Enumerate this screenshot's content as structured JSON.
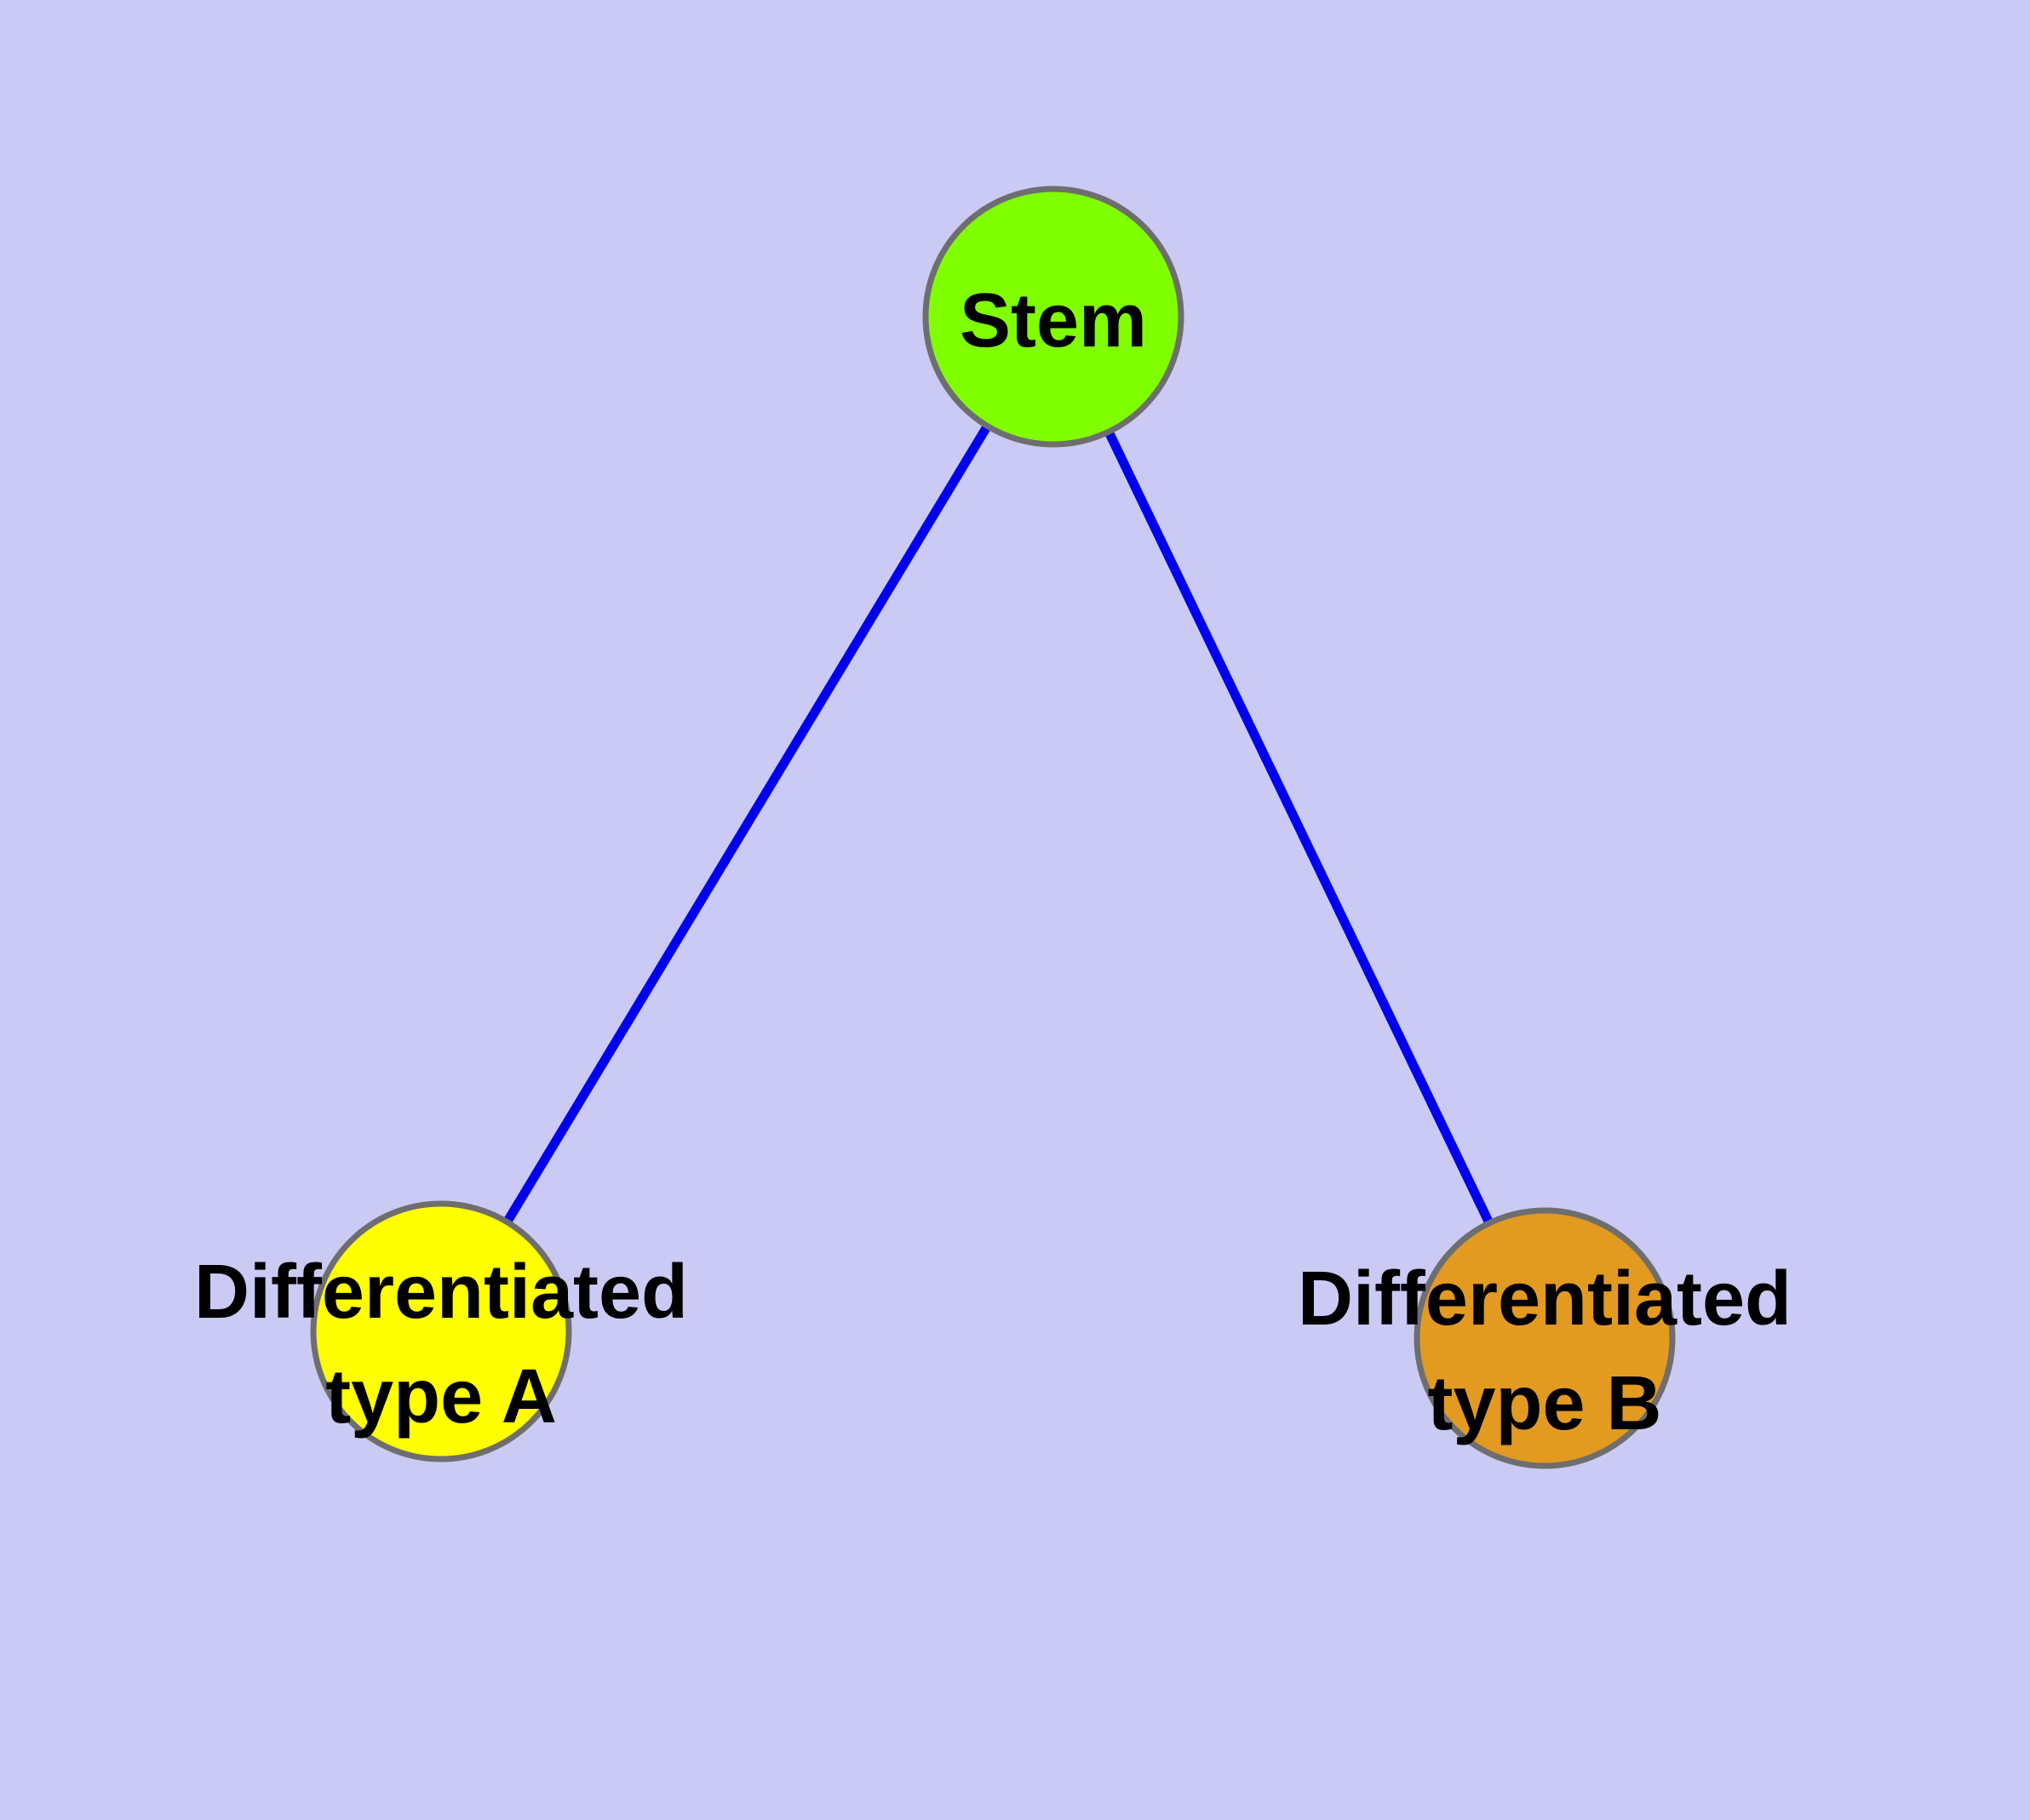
{
  "diagram": {
    "background_color": "#CACAF5",
    "edge_color": "#0000EE",
    "node_border_color": "#6E6E6E",
    "text_color": "#000000",
    "nodes": {
      "stem": {
        "label": "Stem",
        "fill": "#7FFF00"
      },
      "type_a": {
        "label_line1": "Differentiated",
        "label_line2": "type A",
        "fill": "#FFFF00"
      },
      "type_b": {
        "label_line1": "Differentiated",
        "label_line2": "type B",
        "fill": "#E39A21"
      }
    },
    "edges": [
      {
        "from": "Stem",
        "to": "Differentiated type A"
      },
      {
        "from": "Stem",
        "to": "Differentiated type B"
      }
    ]
  }
}
